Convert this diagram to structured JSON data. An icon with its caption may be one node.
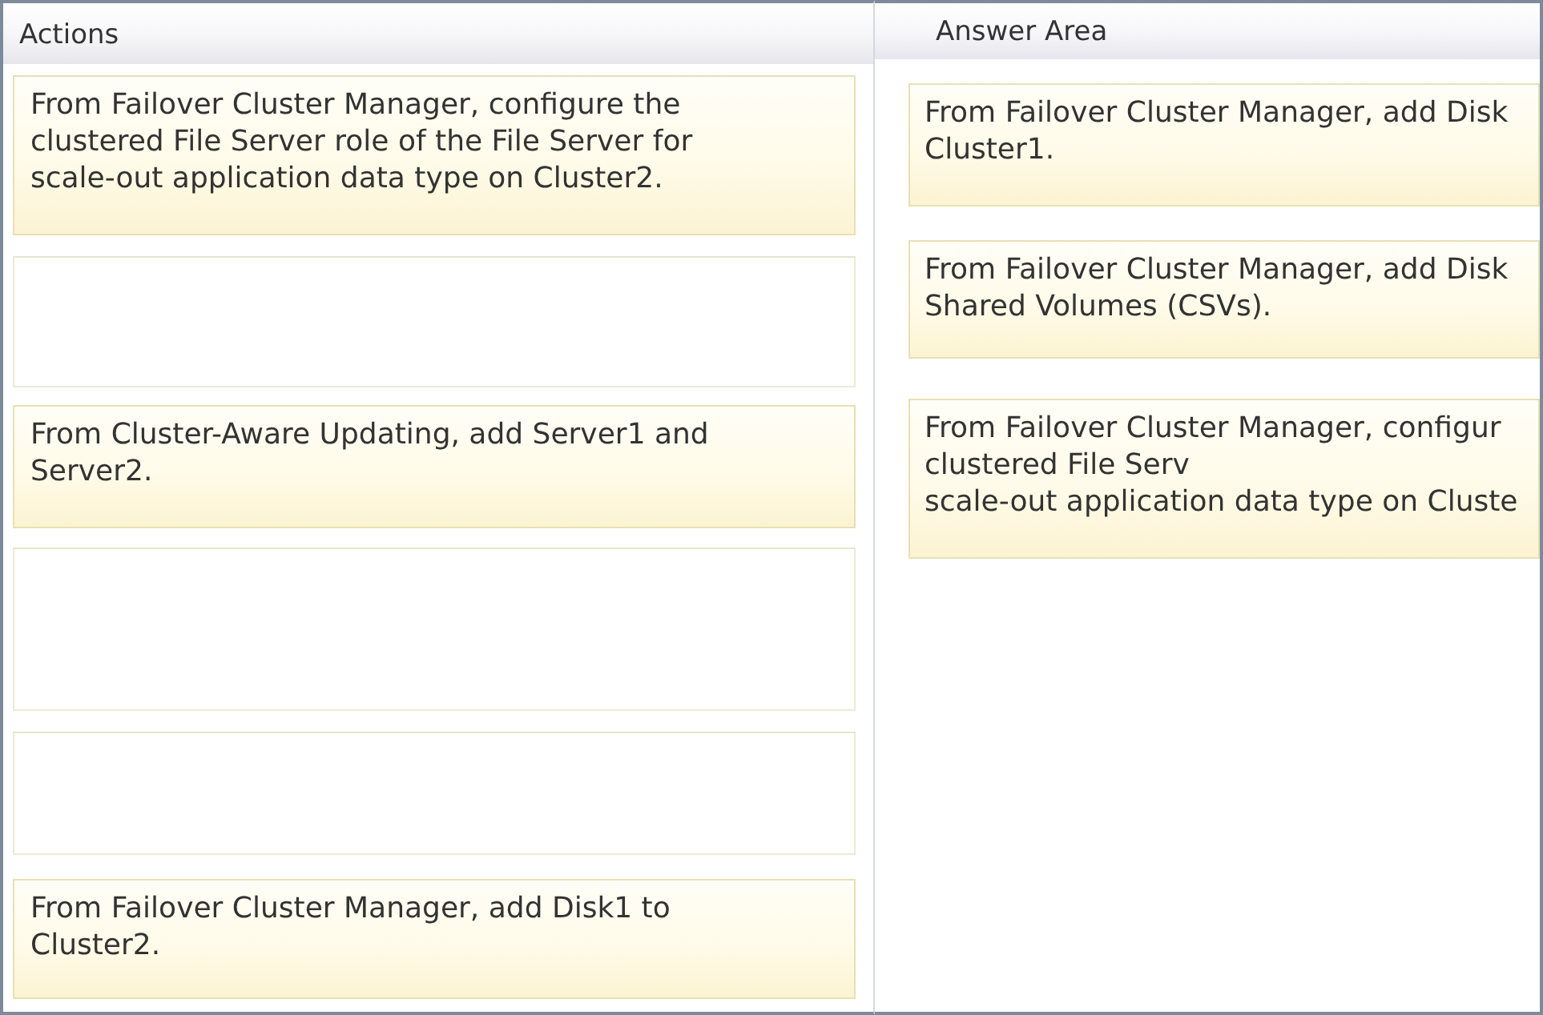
{
  "diagram": {
    "nodes": [
      {
        "text": [
          "Actions"
        ]
      },
      {
        "text": [
          "From Failover Cluster Manager, configure the clustered File Server role of the File Server for scale-out application data type on Cluster2."
        ],
        "in": 0
      },
      {
        "text": [],
        "shape": "box",
        "in": 0
      },
      {
        "text": [
          "From Cluster-Aware Updating, add Server1 and Server2."
        ],
        "in": 0
      },
      {
        "text": [],
        "shape": "box",
        "in": 0
      },
      {
        "text": [],
        "shape": "box",
        "in": 0
      },
      {
        "text": [
          "From Failover Cluster Manager, add Disk1 to Cluster2."
        ],
        "in": 0
      },
      {
        "text": [
          "Answer Area"
        ]
      },
      {
        "text": [
          "From Failover Cluster Manager, add Disk Cluster1."
        ],
        "in": 7
      },
      {
        "text": [
          "From Failover Cluster Manager, add Disk Shared Volumes (CSVs)."
        ],
        "in": 7
      },
      {
        "text": [
          "From Failover Cluster Manager, configur clustered File Serv scale-out application data type on Cluste"
        ],
        "in": 7
      }
    ]
  }
}
